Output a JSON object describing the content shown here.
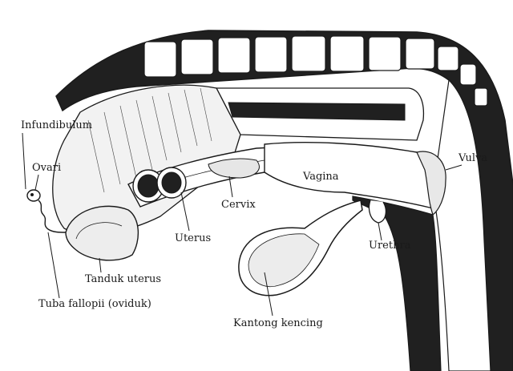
{
  "labels": {
    "infundibulum": "Infundibulum",
    "ovari": "Ovari",
    "uterus": "Uterus",
    "cervix": "Cervix",
    "vagina": "Vagina",
    "vulva": "Vulva",
    "urethra": "Urethra",
    "tanduk_uterus": "Tanduk uterus",
    "tuba_fallopii": "Tuba fallopii (oviduk)",
    "kantong_kencing": "Kantong kencing"
  },
  "colors": {
    "ink": "#1a1a1a",
    "paper": "#ffffff",
    "dark_fill": "#202020",
    "light_fill": "#ededed"
  }
}
